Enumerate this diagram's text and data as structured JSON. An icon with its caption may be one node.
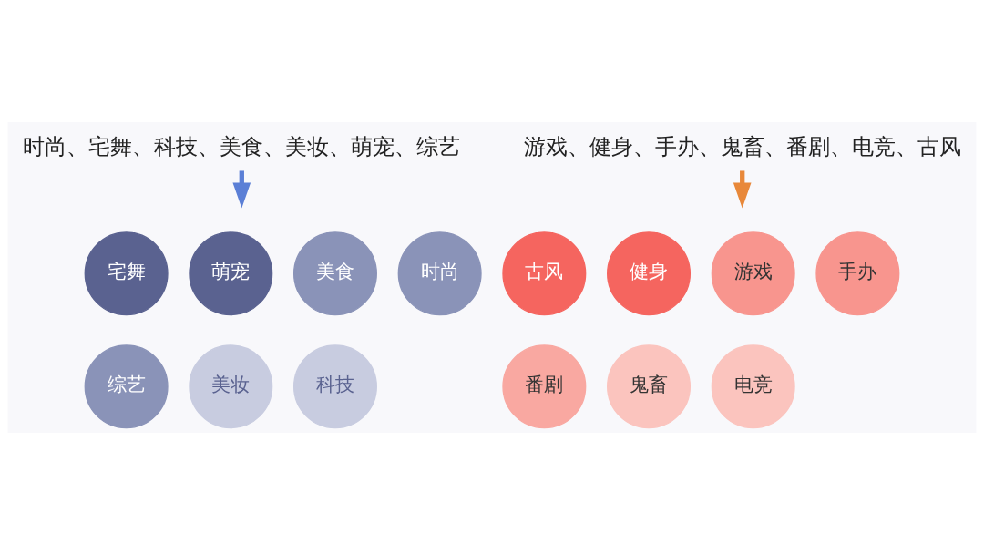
{
  "diagram": {
    "nodes": [
      {
        "text": [
          "时尚、宅舞、科技、美食、美妆、萌宠、综艺"
        ]
      },
      {
        "text": [
          "游戏、健身、手办、鬼畜、番剧、电竞、古风"
        ]
      },
      {
        "text": [
          "宅舞"
        ]
      },
      {
        "text": [
          "萌宠"
        ]
      },
      {
        "text": [
          "美食"
        ]
      },
      {
        "text": [
          "时尚"
        ]
      },
      {
        "text": [
          "古风"
        ]
      },
      {
        "text": [
          "健身"
        ]
      },
      {
        "text": [
          "游戏"
        ]
      },
      {
        "text": [
          "手办"
        ]
      },
      {
        "text": [
          "综艺"
        ]
      },
      {
        "text": [
          "美妆"
        ]
      },
      {
        "text": [
          "科技"
        ]
      },
      {
        "text": [
          "番剧"
        ]
      },
      {
        "text": [
          "鬼畜"
        ]
      },
      {
        "text": [
          "电竞"
        ]
      }
    ],
    "edges": [
      {
        "from": 0,
        "to": null,
        "arrow": "to",
        "color": "#5b7fd6"
      },
      {
        "from": 1,
        "to": null,
        "arrow": "to",
        "color": "#e8883a"
      }
    ]
  }
}
